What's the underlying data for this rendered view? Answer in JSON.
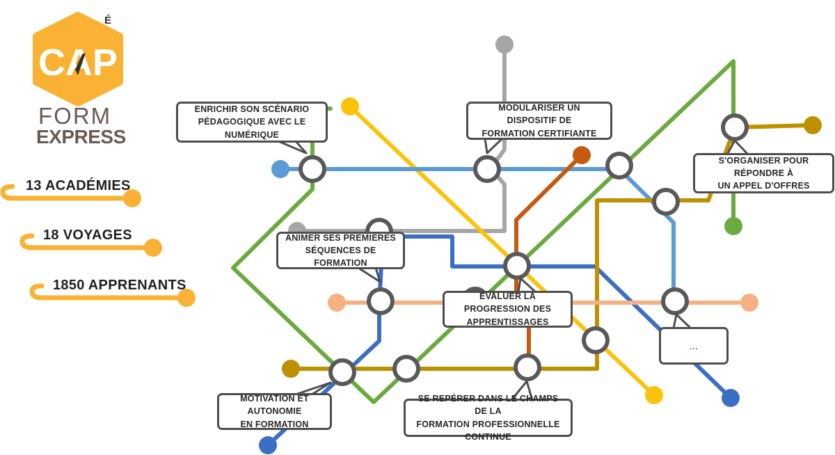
{
  "logo": {
    "brand": "CAP",
    "mark": "É",
    "line1": "FORM",
    "line2": "EXPRESS"
  },
  "stats": [
    {
      "label": "13 ACADÉMIES"
    },
    {
      "label": "18 VOYAGES"
    },
    {
      "label": "1850 APPRENANTS"
    }
  ],
  "stations": [
    {
      "id": "numerique",
      "lines": [
        "ENRICHIR SON SCÉNARIO",
        "PÉDAGOGIQUE AVEC LE NUMÉRIQUE"
      ]
    },
    {
      "id": "certifiante",
      "lines": [
        "MODULARISER UN DISPOSITIF DE",
        "FORMATION CERTIFIANTE"
      ]
    },
    {
      "id": "appel-offres",
      "lines": [
        "S'ORGANISER POUR RÉPONDRE À",
        "UN APPEL D'OFFRES"
      ]
    },
    {
      "id": "sequences",
      "lines": [
        "ANIMER SES PREMIÈRES",
        "SÉQUENCES DE FORMATION"
      ]
    },
    {
      "id": "progression",
      "lines": [
        "EVALUER LA PROGRESSION DES",
        "APPRENTISSAGES"
      ]
    },
    {
      "id": "autre",
      "lines": [
        "..."
      ]
    },
    {
      "id": "motivation",
      "lines": [
        "MOTIVATION ET AUTONOMIE",
        "EN FORMATION"
      ]
    },
    {
      "id": "champs",
      "lines": [
        "SE REPÉRER DANS LE CHAMPS DE LA",
        "FORMATION PROFESSIONNELLE CONTINUE"
      ]
    }
  ],
  "colors": {
    "orange": "#f9b233",
    "green": "#6aaa3f",
    "yellow": "#fcc30b",
    "grey": "#a6a6a6",
    "light_blue": "#5b9bd5",
    "dark_blue": "#3a6fc4",
    "red_orange": "#c55a11",
    "mustard": "#bf9000",
    "peach": "#f4b183",
    "station_ring": "#595959",
    "brown": "#6b5a52"
  }
}
